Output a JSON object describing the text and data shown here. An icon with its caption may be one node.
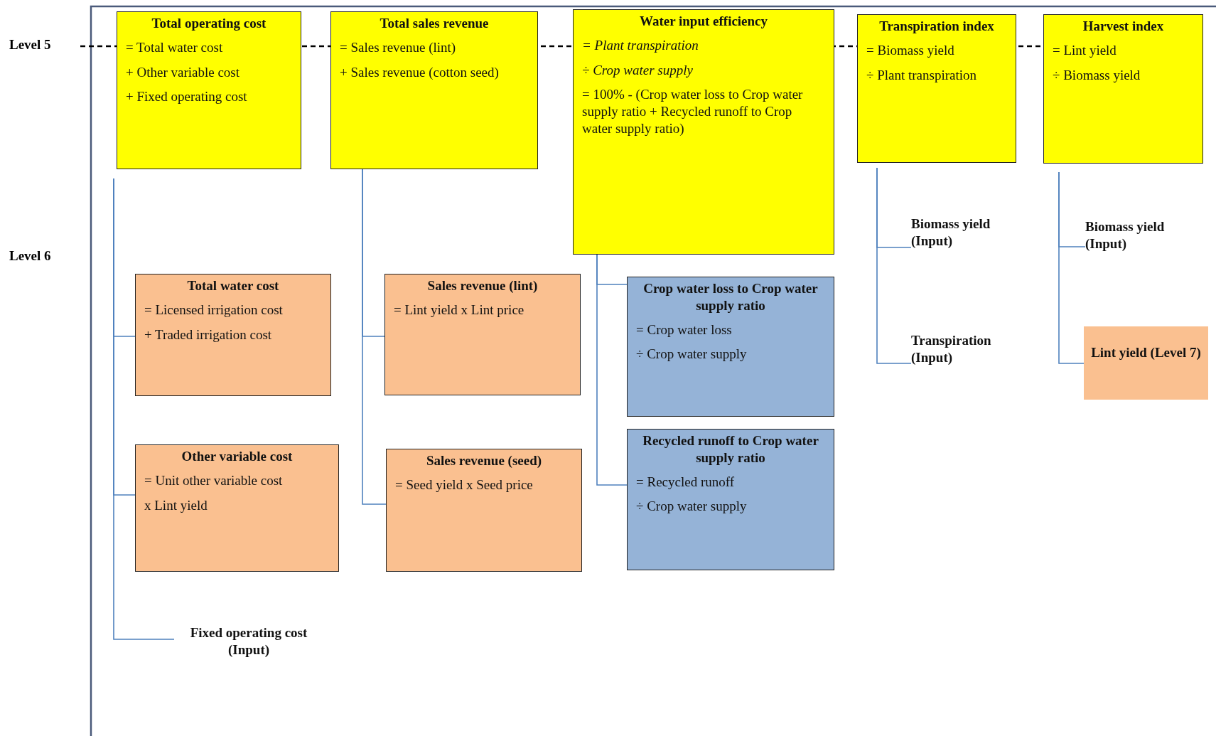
{
  "diagram": {
    "nodes": [
      {
        "text": [
          "Total operating cost",
          "= Total water cost",
          "+ Other variable cost",
          "+ Fixed operating cost"
        ]
      },
      {
        "text": [
          "Total sales revenue",
          "= Sales revenue (lint)",
          "+ Sales revenue (cotton seed)"
        ]
      },
      {
        "text": [
          "Water input efficiency",
          "= Plant transpiration",
          "÷ Crop water supply",
          "= 100% - (Crop water loss to Crop water supply ratio + Recycled runoff to Crop water supply ratio)"
        ]
      },
      {
        "text": [
          "Transpiration index",
          "= Biomass yield",
          "÷ Plant transpiration"
        ]
      },
      {
        "text": [
          "Harvest index",
          "= Lint yield",
          "÷ Biomass yield"
        ]
      },
      {
        "text": [
          "Total water cost",
          "= Licensed irrigation cost",
          "+ Traded irrigation cost"
        ]
      },
      {
        "text": [
          "Other variable cost",
          "= Unit other variable cost",
          "x Lint yield"
        ]
      },
      {
        "text": [
          "Fixed operating cost (Input)"
        ]
      },
      {
        "text": [
          "Sales revenue (lint)",
          "= Lint yield x Lint price"
        ]
      },
      {
        "text": [
          "Sales revenue (seed)",
          "= Seed yield x Seed price"
        ]
      },
      {
        "text": [
          "Crop water loss to Crop water supply ratio",
          "= Crop water loss",
          "÷ Crop water supply"
        ]
      },
      {
        "text": [
          "Recycled runoff to Crop water supply ratio",
          "= Recycled runoff",
          "÷ Crop water supply"
        ]
      },
      {
        "text": [
          "Biomass yield (Input)"
        ]
      },
      {
        "text": [
          "Transpiration (Input)"
        ]
      },
      {
        "text": [
          "Biomass yield (Input)"
        ]
      },
      {
        "text": [
          "Lint yield (Level 7)"
        ]
      }
    ],
    "edges": [
      {
        "from": 0,
        "to": 5,
        "arrow": "none"
      },
      {
        "from": 0,
        "to": 6,
        "arrow": "none"
      },
      {
        "from": 0,
        "to": 7,
        "arrow": "none"
      },
      {
        "from": 1,
        "to": 8,
        "arrow": "none"
      },
      {
        "from": 1,
        "to": 9,
        "arrow": "none"
      },
      {
        "from": 2,
        "to": 10,
        "arrow": "none"
      },
      {
        "from": 2,
        "to": 11,
        "arrow": "none"
      },
      {
        "from": 3,
        "to": 12,
        "arrow": "none"
      },
      {
        "from": 3,
        "to": 13,
        "arrow": "none"
      },
      {
        "from": 4,
        "to": 14,
        "arrow": "none"
      },
      {
        "from": 4,
        "to": 15,
        "arrow": "none"
      }
    ],
    "labels": [
      "Level 5",
      "Level 6"
    ]
  }
}
